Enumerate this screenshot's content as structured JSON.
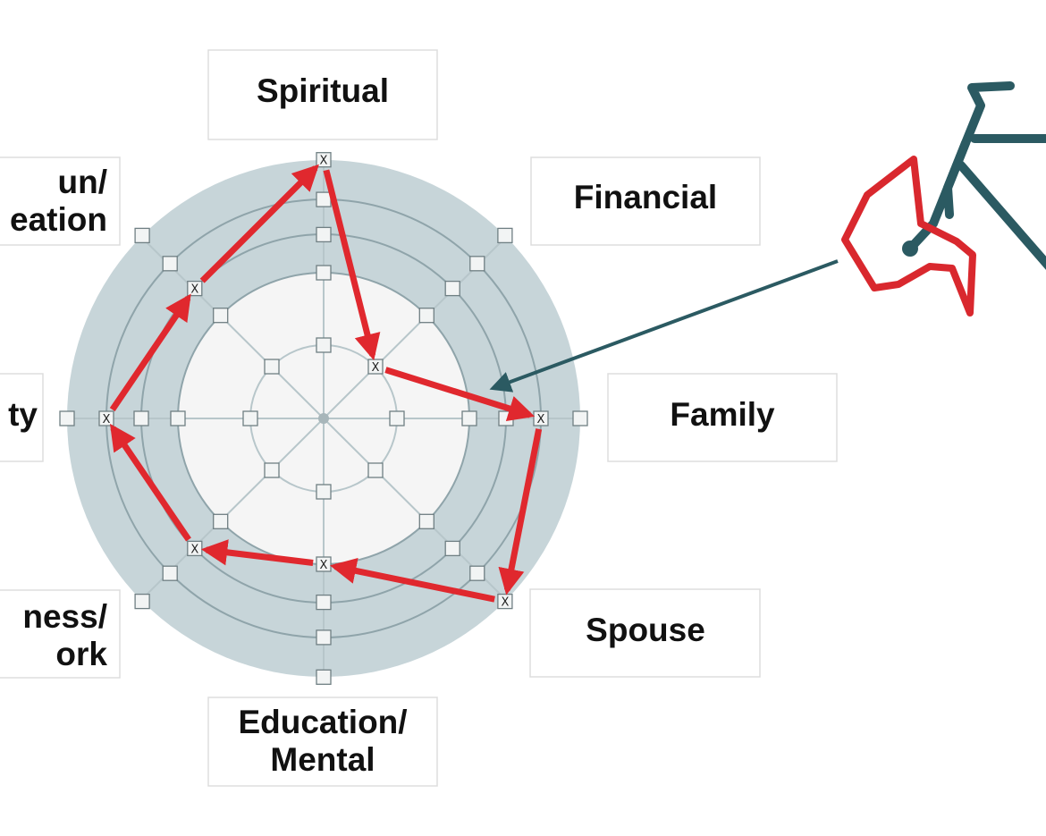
{
  "diagram": {
    "colors": {
      "outer_ring": "#c7d5d9",
      "inner_disc": "#f5f5f5",
      "ring_line": "#8fa4aa",
      "spoke_line": "#b7c6ca",
      "path_arrow": "#e0282e",
      "pointer": "#2b5a62",
      "wheel_frame": "#2b5a62",
      "wheel_shape": "#d9282e",
      "label_border": "#d9d9d9"
    },
    "categories": [
      {
        "id": "spiritual",
        "label": "Spiritual",
        "value": 4
      },
      {
        "id": "financial",
        "label": "Financial",
        "value": null
      },
      {
        "id": "family",
        "label": "Family",
        "value": 3
      },
      {
        "id": "spouse",
        "label": "Spouse",
        "value": 4
      },
      {
        "id": "education",
        "label": "Education/\nMental",
        "value": 1
      },
      {
        "id": "business",
        "label": "ness/\nork",
        "value": 2
      },
      {
        "id": "community",
        "label": "ty",
        "value": 3
      },
      {
        "id": "recreation",
        "label": "un/\neation",
        "value": 2
      }
    ],
    "path_points": [
      {
        "category": "spiritual",
        "level": 4
      },
      {
        "category": "financial",
        "level": 0
      },
      {
        "category": "family",
        "level": 3
      },
      {
        "category": "spouse",
        "level": 4
      },
      {
        "category": "education",
        "level": 1
      },
      {
        "category": "business",
        "level": 2
      },
      {
        "category": "community",
        "level": 3
      },
      {
        "category": "recreation",
        "level": 2
      },
      {
        "category": "spiritual",
        "level": 4
      }
    ],
    "marker_symbol": "X",
    "scale_levels": 4
  }
}
